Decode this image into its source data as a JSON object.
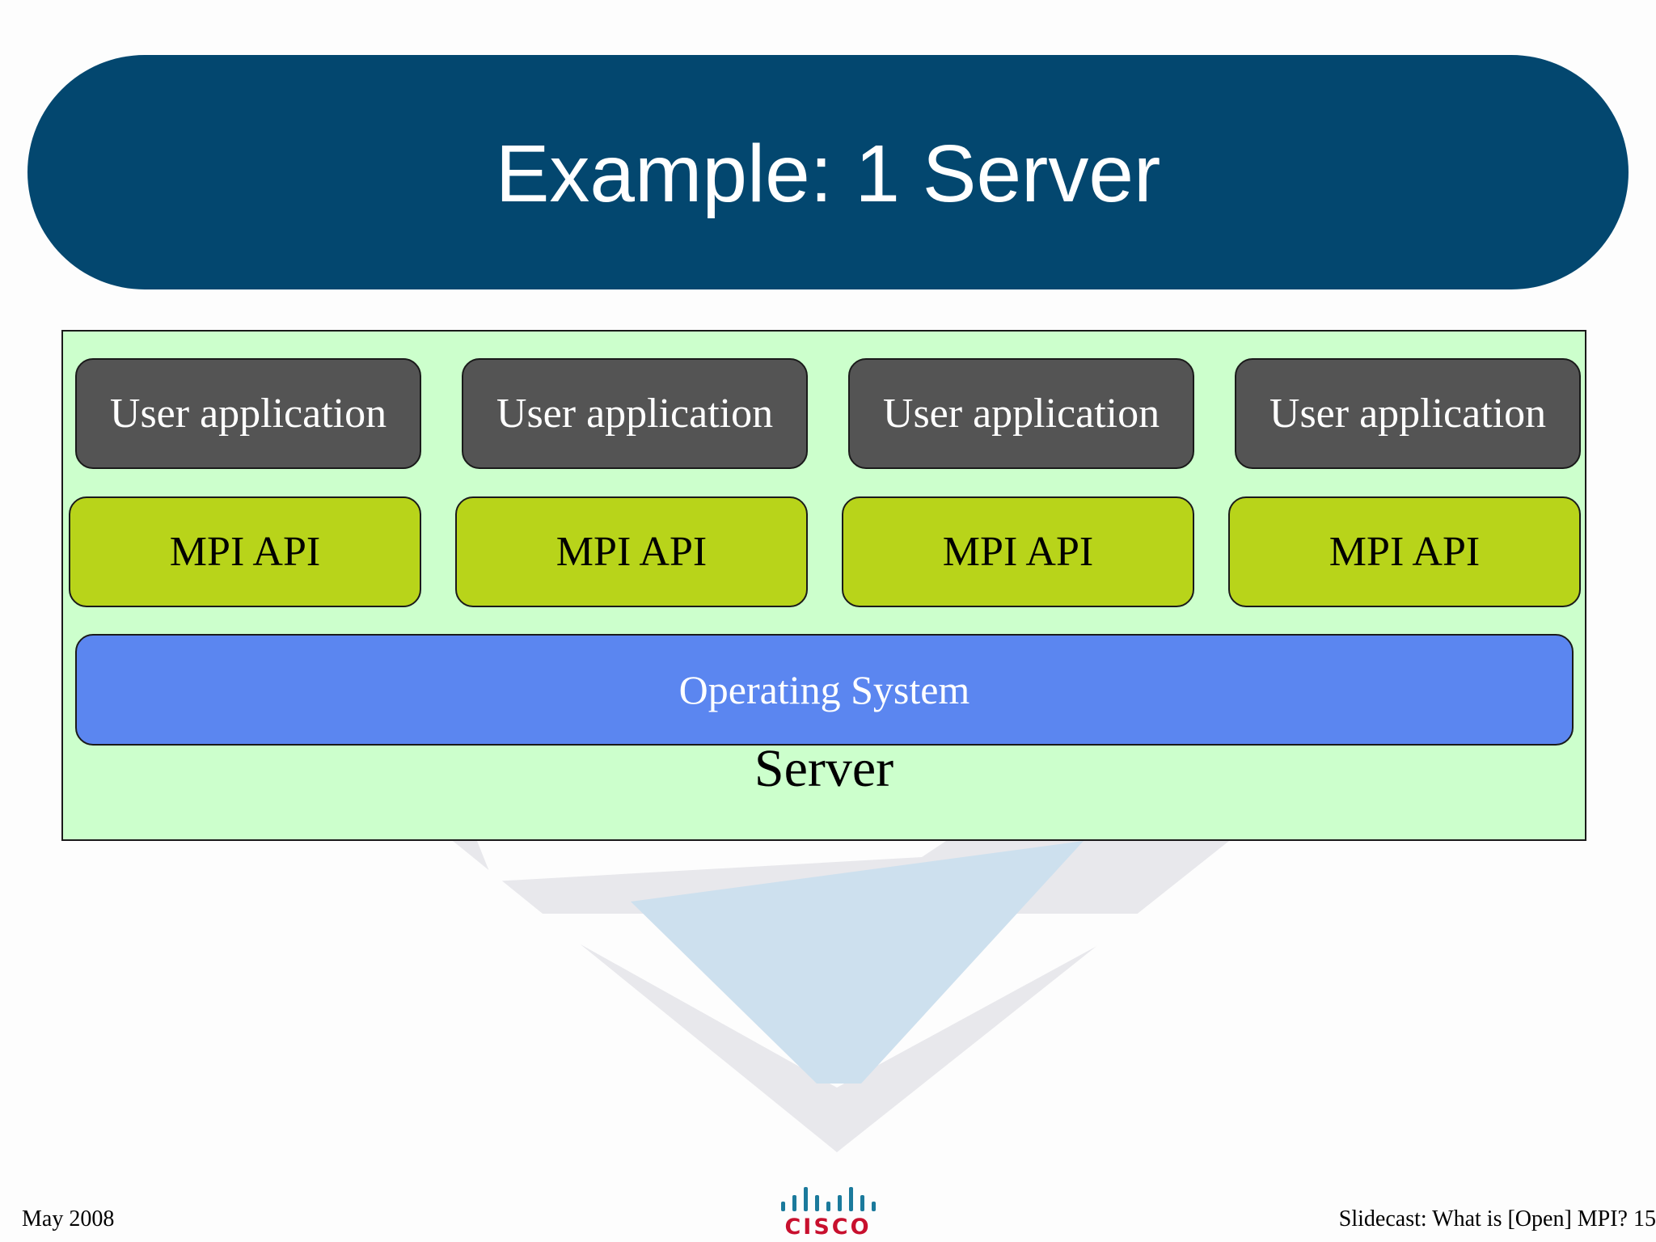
{
  "title": "Example: 1 Server",
  "colors": {
    "title_banner": "#03476f",
    "server_box": "#ccffcc",
    "user_app": "#545454",
    "mpi_api": "#b8d41a",
    "operating_system": "#5b86f0",
    "logo": "#c8102e",
    "logo_bars": "#1b7a9c"
  },
  "server": {
    "label": "Server",
    "user_applications": [
      "User application",
      "User application",
      "User application",
      "User application"
    ],
    "mpi_apis": [
      "MPI API",
      "MPI API",
      "MPI API",
      "MPI API"
    ],
    "operating_system": "Operating System"
  },
  "footer": {
    "date": "May 2008",
    "caption": "Slidecast: What is [Open] MPI? 15",
    "logo_text": "CISCO",
    "logo_icon": "cisco-bars-icon"
  }
}
